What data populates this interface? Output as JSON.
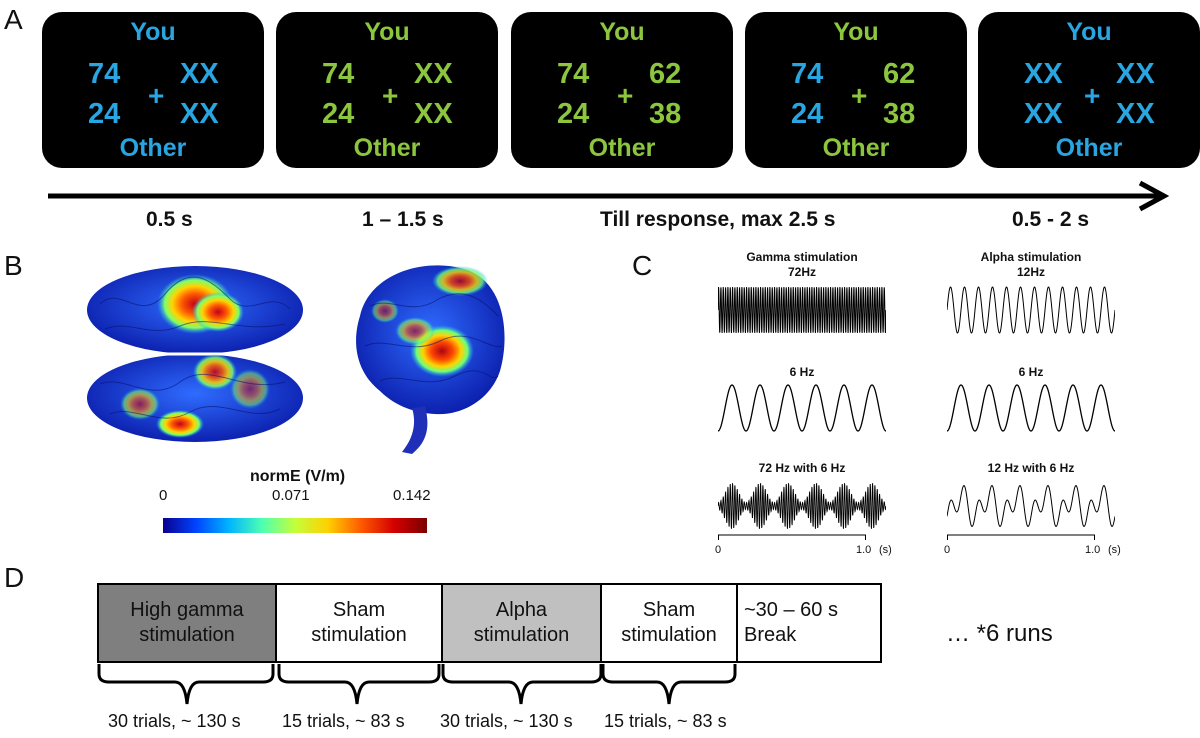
{
  "panel_a": {
    "letter": "A",
    "screens": [
      {
        "you": "You",
        "other": "Other",
        "tl": "74",
        "tr": "XX",
        "bl": "24",
        "br": "XX",
        "colors": {
          "you": "#29a6e2",
          "left": "#29a6e2",
          "right": "#29a6e2",
          "other": "#29a6e2"
        }
      },
      {
        "you": "You",
        "other": "Other",
        "tl": "74",
        "tr": "XX",
        "bl": "24",
        "br": "XX",
        "colors": {
          "you": "#8cc63f",
          "left": "#8cc63f",
          "right": "#8cc63f",
          "other": "#8cc63f"
        }
      },
      {
        "you": "You",
        "other": "Other",
        "tl": "74",
        "tr": "62",
        "bl": "24",
        "br": "38",
        "colors": {
          "you": "#8cc63f",
          "left": "#8cc63f",
          "right": "#8cc63f",
          "other": "#8cc63f"
        }
      },
      {
        "you": "You",
        "other": "Other",
        "tl": "74",
        "tr": "62",
        "bl": "24",
        "br": "38",
        "colors": {
          "you": "#8cc63f",
          "left": "#29a6e2",
          "right": "#8cc63f",
          "other": "#8cc63f"
        }
      },
      {
        "you": "You",
        "other": "Other",
        "tl": "XX",
        "tr": "XX",
        "bl": "XX",
        "br": "XX",
        "colors": {
          "you": "#29a6e2",
          "left": "#29a6e2",
          "right": "#29a6e2",
          "other": "#29a6e2"
        }
      }
    ],
    "plus": "+",
    "durations": [
      "0.5 s",
      "1 – 1.5 s",
      "Till response, max 2.5 s",
      "0.5 - 2 s"
    ]
  },
  "panel_b": {
    "letter": "B",
    "colorbar": {
      "title": "normE (V/m)",
      "min": "0",
      "mid": "0.071",
      "max": "0.142"
    }
  },
  "panel_c": {
    "letter": "C",
    "gamma_title": "Gamma stimulation",
    "gamma_freq": "72Hz",
    "alpha_title": "Alpha stimulation",
    "alpha_freq": "12Hz",
    "theta_left": "6 Hz",
    "theta_right": "6 Hz",
    "combo_left": "72 Hz with 6 Hz",
    "combo_right": "12 Hz with 6 Hz",
    "axis_left": {
      "start": "0",
      "end": "1.0",
      "unit": "(s)"
    },
    "axis_right": {
      "start": "0",
      "end": "1.0",
      "unit": "(s)"
    }
  },
  "panel_d": {
    "letter": "D",
    "blocks": [
      {
        "line1": "High gamma",
        "line2": "stimulation",
        "fill": "#7f7f7f"
      },
      {
        "line1": "Sham",
        "line2": "stimulation",
        "fill": "#ffffff"
      },
      {
        "line1": "Alpha",
        "line2": "stimulation",
        "fill": "#c0c0c0"
      },
      {
        "line1": "Sham",
        "line2": "stimulation",
        "fill": "#ffffff"
      },
      {
        "line1": "~30 – 60 s",
        "line2": "Break",
        "fill": "#ffffff"
      }
    ],
    "runs": "… *6 runs",
    "trials": [
      "30 trials, ~ 130 s",
      "15 trials, ~ 83 s",
      "30 trials, ~ 130 s",
      "15 trials, ~ 83 s"
    ]
  }
}
